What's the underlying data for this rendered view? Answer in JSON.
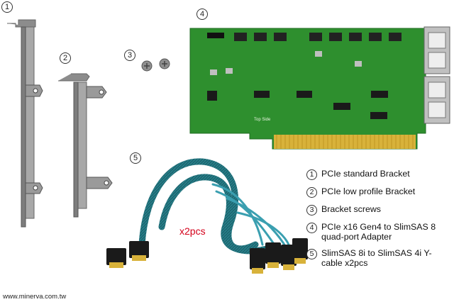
{
  "callouts": {
    "bracket_standard": "1",
    "bracket_low_profile": "2",
    "screws": "3",
    "adapter": "4",
    "cable": "5"
  },
  "legend": [
    {
      "num": "1",
      "text": "PCIe standard Bracket"
    },
    {
      "num": "2",
      "text": "PCIe low profile Bracket"
    },
    {
      "num": "3",
      "text": "Bracket screws"
    },
    {
      "num": "4",
      "text": "PCIe x16 Gen4 to SlimSAS 8 quad-port Adapter"
    },
    {
      "num": "5",
      "text": "SlimSAS 8i to SlimSAS 4i Y-cable x2pcs"
    }
  ],
  "quantity_label": "x2pcs",
  "website": "www.minerva.com.tw",
  "board_text": "Top Side",
  "colors": {
    "pcb": "#2e8f2e",
    "pcb_dark": "#1f6b22",
    "gold": "#d8b23a",
    "bracket": "#9a9a9a",
    "cable": "#1e6670",
    "accent_text": "#d4001a"
  }
}
